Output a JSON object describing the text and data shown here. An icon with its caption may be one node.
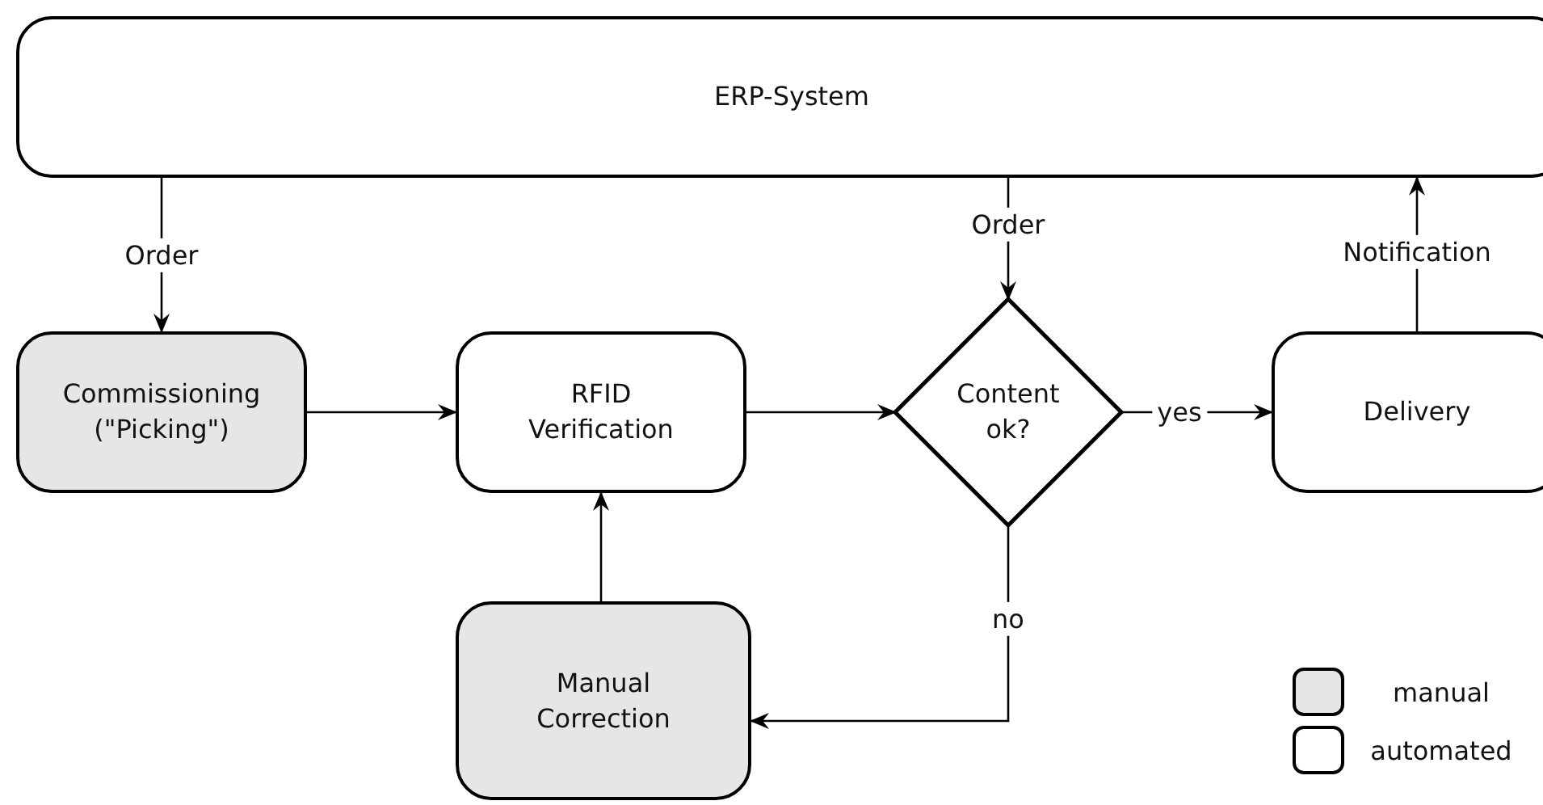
{
  "diagram": {
    "nodes": [
      {
        "text": [
          "ERP-System"
        ]
      },
      {
        "text": [
          "Commissioning (\"Picking\")"
        ]
      },
      {
        "text": [
          "RFID Verification"
        ]
      },
      {
        "text": [
          "Content ok?"
        ]
      },
      {
        "text": [
          "Delivery"
        ]
      },
      {
        "text": [
          "Manual Correction"
        ]
      }
    ],
    "edges": [
      {
        "from": 0,
        "to": 1,
        "arrow": "to",
        "label": "Order"
      },
      {
        "from": 1,
        "to": 2,
        "arrow": "to"
      },
      {
        "from": 2,
        "to": 3,
        "arrow": "to"
      },
      {
        "from": 0,
        "to": 3,
        "arrow": "to",
        "label": "Order"
      },
      {
        "from": 3,
        "to": 4,
        "arrow": "to",
        "label": "yes"
      },
      {
        "from": 4,
        "to": 0,
        "arrow": "to",
        "label": "Notification"
      },
      {
        "from": 3,
        "to": 5,
        "arrow": "to",
        "label": "no"
      },
      {
        "from": 5,
        "to": 2,
        "arrow": "to"
      }
    ],
    "legend": [
      {
        "text": "manual",
        "color": "#e6e6e6"
      },
      {
        "text": "automated",
        "color": "#ffffff"
      }
    ]
  }
}
